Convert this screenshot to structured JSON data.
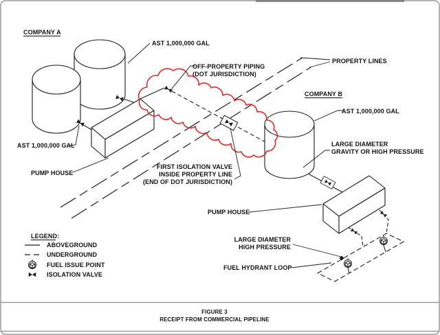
{
  "figure": {
    "caption_line1": "FIGURE 3",
    "caption_line2": "RECEIPT FROM COMMERCIAL PIPELINE"
  },
  "colors": {
    "diagram_line": "#1a1a1a",
    "cloud_red": "#d92b2b"
  },
  "companies": {
    "company_a": "COMPANY A",
    "company_b": "COMPANY B"
  },
  "labels": {
    "ast_top": "AST 1,000,000 GAL",
    "ast_left": "AST 1,000,000 GAL",
    "ast_company_b": "AST 1,000,000 GAL",
    "property_lines": "PROPERTY LINES",
    "off_property_piping": [
      "OFF-PROPERTY PIPING",
      "(DOT JURISDICTION)"
    ],
    "large_diameter_gravity": [
      "LARGE DIAMETER",
      "GRAVITY OR HIGH PRESSURE"
    ],
    "first_isolation_valve": [
      "FIRST ISOLATION VALVE",
      "INSIDE PROPERTY LINE",
      "(END OF DOT JURISDICTION)"
    ],
    "pump_house_a": "PUMP HOUSE",
    "pump_house_b": "PUMP HOUSE",
    "large_diameter_high_pressure": [
      "LARGE DIAMETER",
      "HIGH PRESSURE"
    ],
    "fuel_hydrant_loop": "FUEL HYDRANT LOOP"
  },
  "legend": {
    "title": "LEGEND:",
    "items": [
      {
        "symbol": "aboveground-line",
        "label": "ABOVEGROUND"
      },
      {
        "symbol": "underground-dashed-line",
        "label": "UNDERGROUND"
      },
      {
        "symbol": "fuel-issue-point-icon",
        "label": "FUEL ISSUE POINT"
      },
      {
        "symbol": "isolation-valve-icon",
        "label": "ISOLATION VALVE"
      }
    ]
  }
}
